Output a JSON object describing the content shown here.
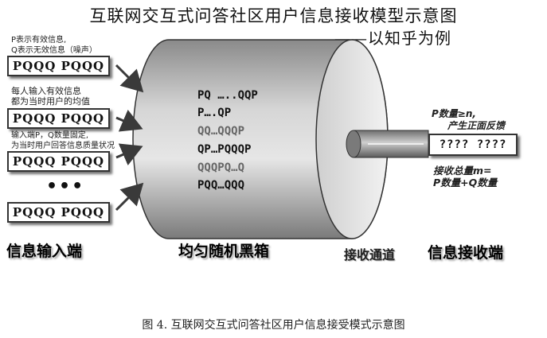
{
  "title": "互联网交互式问答社区用户信息接收模型示意图",
  "subtitle": "——以知乎为例",
  "input": {
    "note1_line1": "P表示有效信息,",
    "note1_line2": "Q表示无效信息（噪声）",
    "note2_line1": "每人输入有效信息",
    "note2_line2": "都为当时用户的均值",
    "note3_line1": "输入端P，Q数量固定,",
    "note3_line2": "为当时用户回答信息质量状况",
    "box_text": "PQQQ PQQQ",
    "ellipsis": "•••",
    "section_label": "信息输入端"
  },
  "blackbox": {
    "lines": [
      "PQ …..QQP",
      "P….QP",
      "QQ…QQQP",
      "QP…PQQQP",
      "QQQPQ…Q",
      "PQQ…QQQ"
    ],
    "section_label": "均匀随机黑箱"
  },
  "channel": {
    "label": "接收通道"
  },
  "output": {
    "note1_line1": "P数量≥n,",
    "note1_line2": "产生正面反馈",
    "box_text": "???? ????",
    "note2_line1": "接收总量m=",
    "note2_line2": "P数量+Q数量",
    "section_label": "信息接收端"
  },
  "caption": "图 4.  互联网交互式问答社区用户信息接受模式示意图"
}
